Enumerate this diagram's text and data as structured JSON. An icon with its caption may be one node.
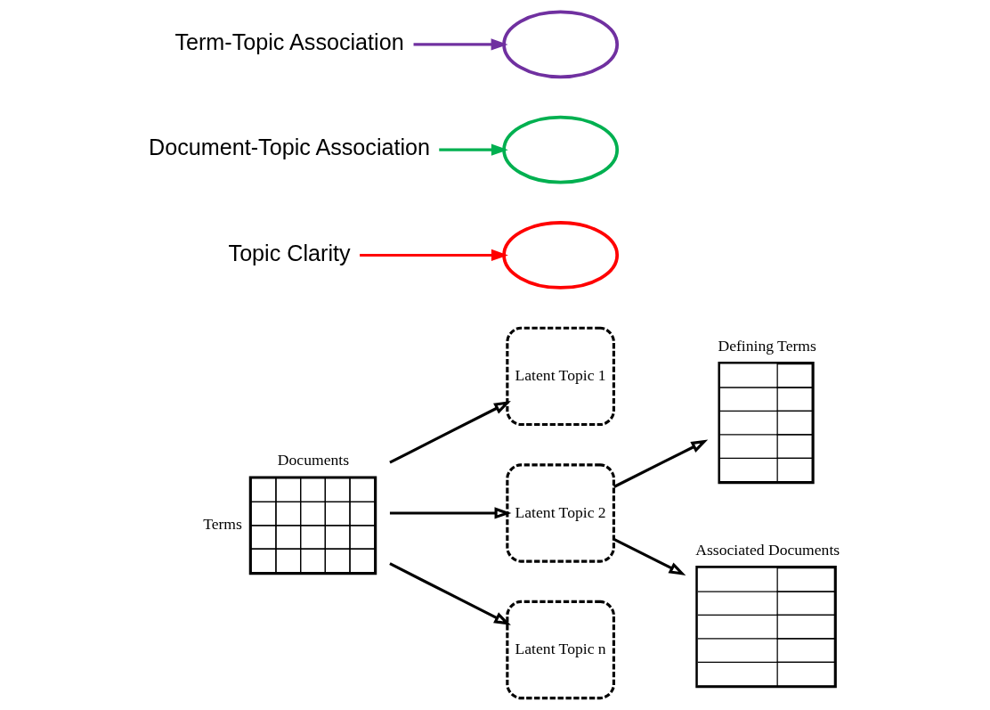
{
  "diagram": {
    "nodes": [
      {
        "text": [
          "Documents"
        ],
        "beside": [
          "Terms"
        ]
      },
      {
        "text": [
          "Latent Topic 1"
        ]
      },
      {
        "text": [
          "Latent Topic 2"
        ]
      },
      {
        "text": [
          "Latent Topic n"
        ]
      },
      {
        "text": [
          "Defining Terms"
        ]
      },
      {
        "text": [
          "Associated Documents"
        ]
      },
      {
        "text": [
          "Topic Clarity"
        ]
      },
      {
        "text": [
          "Term-Topic Association"
        ]
      },
      {
        "text": [
          "Document-Topic Association"
        ]
      },
      {
        "text": [],
        "shape": "ellipse"
      },
      {
        "text": [],
        "shape": "ellipse"
      },
      {
        "text": [],
        "shape": "ellipse"
      }
    ],
    "edges": [
      {
        "from": 0,
        "to": 1,
        "arrow": "to"
      },
      {
        "from": 0,
        "to": 2,
        "arrow": "to"
      },
      {
        "from": 0,
        "to": 3,
        "arrow": "to"
      },
      {
        "from": 2,
        "to": 4,
        "arrow": "to"
      },
      {
        "from": 2,
        "to": 5,
        "arrow": "to"
      },
      {
        "from": 6,
        "to": 11,
        "arrow": "to",
        "color": "#ff0000"
      },
      {
        "from": 7,
        "to": 9,
        "arrow": "to",
        "color": "#7030a0"
      },
      {
        "from": 8,
        "to": 10,
        "arrow": "to",
        "color": "#00b050"
      }
    ]
  }
}
